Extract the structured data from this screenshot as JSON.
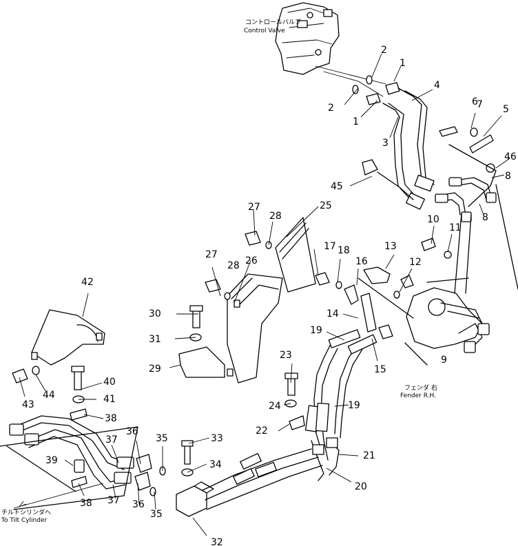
{
  "captions": {
    "control_valve_jp": "コントロールバルブ",
    "control_valve_en": "Control Valve",
    "fender_jp": "フェンダ 右",
    "fender_en": "Fender R.H.",
    "tilt_cyl_jp": "チルトシリンダへ",
    "tilt_cyl_en": "To Tilt Cylinder"
  },
  "callouts": [
    "1",
    "1",
    "2",
    "2",
    "3",
    "4",
    "5",
    "6",
    "7",
    "8",
    "8",
    "9",
    "10",
    "11",
    "12",
    "13",
    "14",
    "15",
    "16",
    "17",
    "18",
    "19",
    "19",
    "20",
    "21",
    "22",
    "23",
    "24",
    "25",
    "26",
    "27",
    "27",
    "28",
    "28",
    "29",
    "30",
    "31",
    "32",
    "33",
    "34",
    "35",
    "35",
    "36",
    "36",
    "37",
    "37",
    "38",
    "38",
    "39",
    "40",
    "41",
    "42",
    "43",
    "44",
    "45",
    "46"
  ]
}
